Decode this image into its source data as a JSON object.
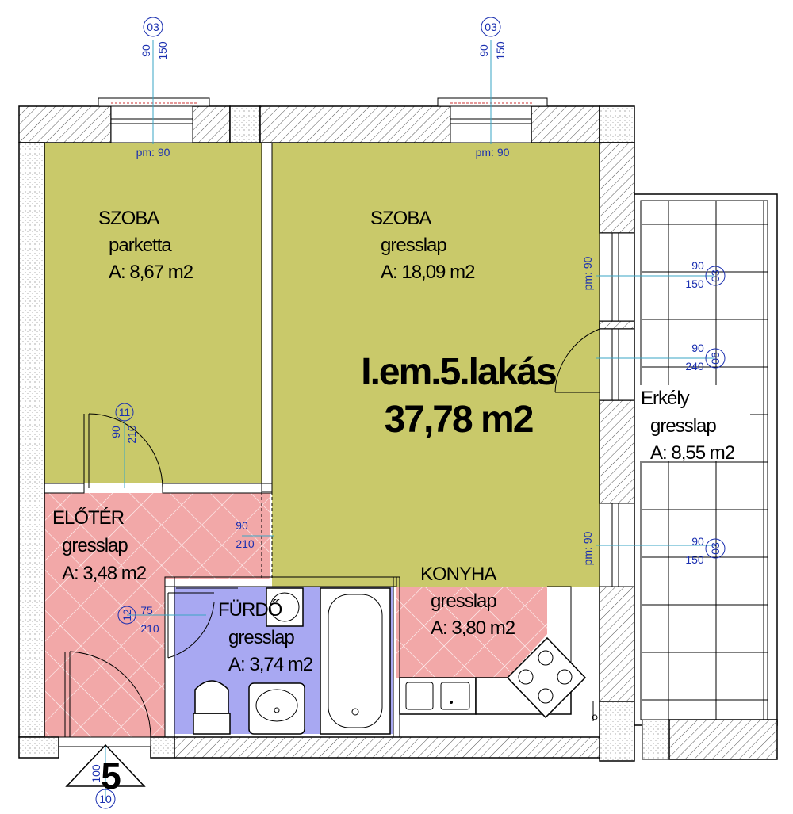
{
  "apartment": {
    "title": "I.em.5.lakás",
    "area": "37,78 m2",
    "number": "5"
  },
  "rooms": [
    {
      "id": "szoba1",
      "name": "SZOBA",
      "floor": "parketta",
      "area": "A: 8,67 m2",
      "color": "#c9c96a"
    },
    {
      "id": "szoba2",
      "name": "SZOBA",
      "floor": "gresslap",
      "area": "A: 18,09 m2",
      "color": "#c9c96a"
    },
    {
      "id": "eloter",
      "name": "ELŐTÉR",
      "floor": "gresslap",
      "area": "A: 3,48 m2",
      "color": "#f2a8a8"
    },
    {
      "id": "furdo",
      "name": "FÜRDŐ",
      "floor": "gresslap",
      "area": "A: 3,74 m2",
      "color": "#a8a8f2"
    },
    {
      "id": "konyha",
      "name": "KONYHA",
      "floor": "gresslap",
      "area": "A: 3,80 m2",
      "color": "#f2a8a8"
    },
    {
      "id": "erkely",
      "name": "Erkély",
      "floor": "gresslap",
      "area": "A: 8,55 m2",
      "color": "#ffffff"
    }
  ],
  "openings": {
    "window_top_left": {
      "tag": "03",
      "width": "90",
      "height": "150",
      "sill": "pm: 90"
    },
    "window_top_right": {
      "tag": "03",
      "width": "90",
      "height": "150",
      "sill": "pm: 90"
    },
    "window_right_upper": {
      "tag": "03",
      "width": "90",
      "height": "150",
      "sill": "pm: 90"
    },
    "door_balcony": {
      "tag": "06",
      "width": "90",
      "height": "240"
    },
    "window_right_lower": {
      "tag": "03",
      "width": "90",
      "height": "150",
      "sill": "pm: 90"
    },
    "door_szoba1": {
      "tag": "11",
      "width": "90",
      "height": "210"
    },
    "opening_eloter": {
      "width": "90",
      "height": "210"
    },
    "door_furdo": {
      "tag": "12",
      "width": "75",
      "height": "210"
    },
    "door_entrance": {
      "tag": "10",
      "width": "100"
    }
  },
  "colors": {
    "dimension_text": "#1a2fb0",
    "axis_line": "#3aa6c4"
  }
}
